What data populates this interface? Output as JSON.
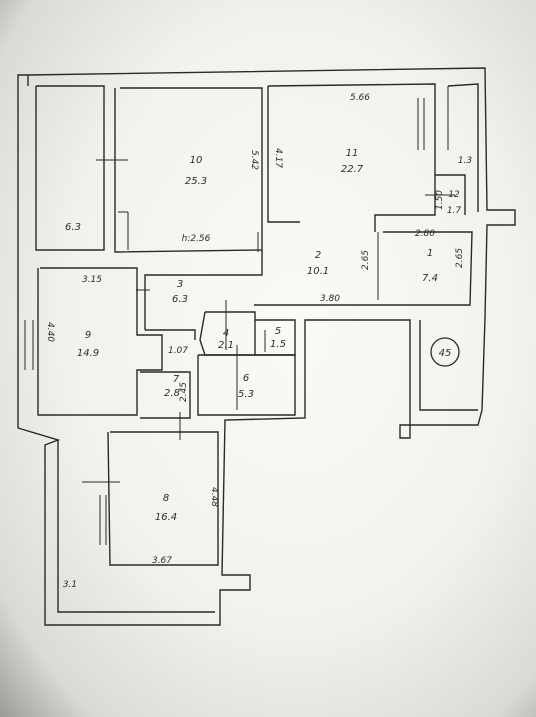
{
  "rooms": [
    {
      "id": "1",
      "area": "7.4"
    },
    {
      "id": "2",
      "area": "10.1"
    },
    {
      "id": "3",
      "area": "6.3"
    },
    {
      "id": "4",
      "area": "2.1"
    },
    {
      "id": "5",
      "area": "1.5"
    },
    {
      "id": "6",
      "area": "5.3"
    },
    {
      "id": "7",
      "area": "2.8"
    },
    {
      "id": "8",
      "area": "16.4"
    },
    {
      "id": "9",
      "area": "14.9"
    },
    {
      "id": "10",
      "area": "25.3"
    },
    {
      "id": "11",
      "area": "22.7"
    },
    {
      "id": "12",
      "area": "1.7"
    }
  ],
  "unnumbered_areas": [
    "6.3",
    "1.3",
    "3.1"
  ],
  "dimensions": [
    "5.66",
    "5.42",
    "4.17",
    "h:2.56",
    "2.80",
    "2.65",
    "2.65",
    "3.15",
    "3.80",
    "4.40",
    "1.07",
    "2.45",
    "4.48",
    "3.67",
    "1.50"
  ],
  "marker": "45"
}
